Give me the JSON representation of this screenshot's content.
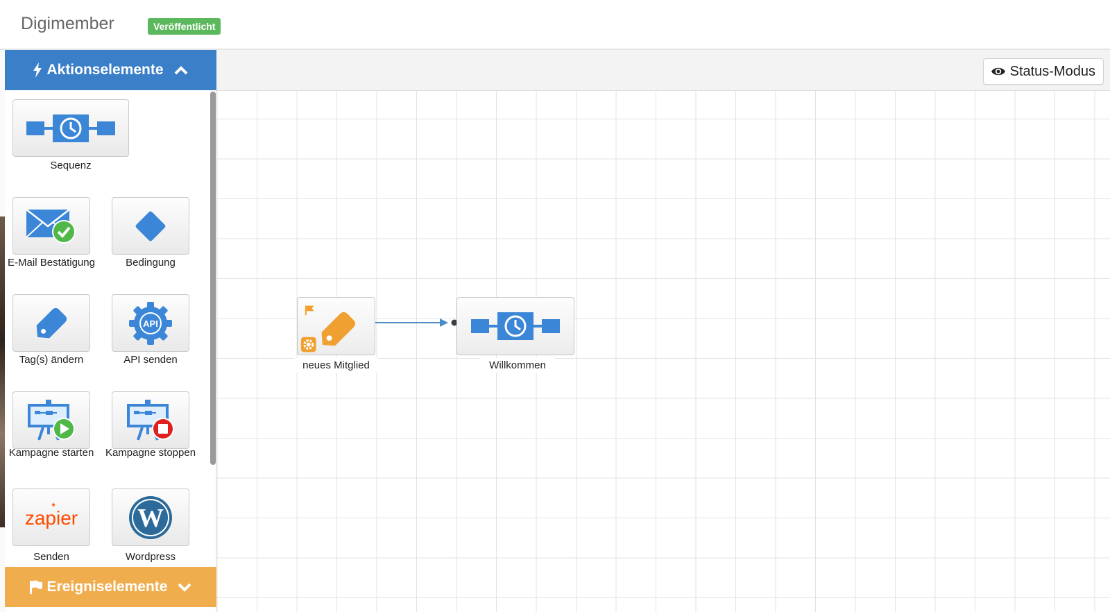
{
  "header": {
    "title": "Digimember",
    "status_badge": "Veröffentlicht"
  },
  "toolbar": {
    "status_mode_label": "Status-Modus"
  },
  "sidebar": {
    "actions_panel_label": "Aktionselemente",
    "events_panel_label": "Ereigniselemente",
    "tiles": [
      {
        "label": "Sequenz",
        "icon": "sequence-icon"
      },
      {
        "label": "E-Mail Bestätigung",
        "icon": "email-confirm-icon"
      },
      {
        "label": "Bedingung",
        "icon": "condition-diamond-icon"
      },
      {
        "label": "Tag(s) ändern",
        "icon": "tag-icon"
      },
      {
        "label": "API senden",
        "icon": "api-gear-icon"
      },
      {
        "label": "Kampagne starten",
        "icon": "campaign-start-icon"
      },
      {
        "label": "Kampagne stoppen",
        "icon": "campaign-stop-icon"
      },
      {
        "label": "Senden",
        "icon": "zapier-icon"
      },
      {
        "label": "Wordpress",
        "icon": "wordpress-icon"
      }
    ]
  },
  "canvas": {
    "nodes": [
      {
        "label": "neues Mitglied",
        "icon": "tag-trigger-icon"
      },
      {
        "label": "Willkommen",
        "icon": "sequence-icon"
      }
    ]
  },
  "colors": {
    "primary_blue": "#3a7fc7",
    "icon_blue": "#3b86d6",
    "event_orange": "#f0ad4e",
    "badge_green": "#5cb85c"
  }
}
